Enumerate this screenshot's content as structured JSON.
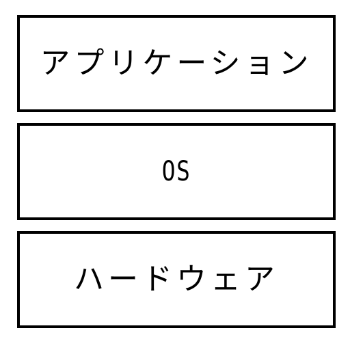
{
  "layers": [
    {
      "label": "アプリケーション"
    },
    {
      "label": "OS"
    },
    {
      "label": "ハードウェア"
    }
  ],
  "colors": {
    "border": "#000000",
    "background": "#ffffff",
    "text": "#000000"
  }
}
